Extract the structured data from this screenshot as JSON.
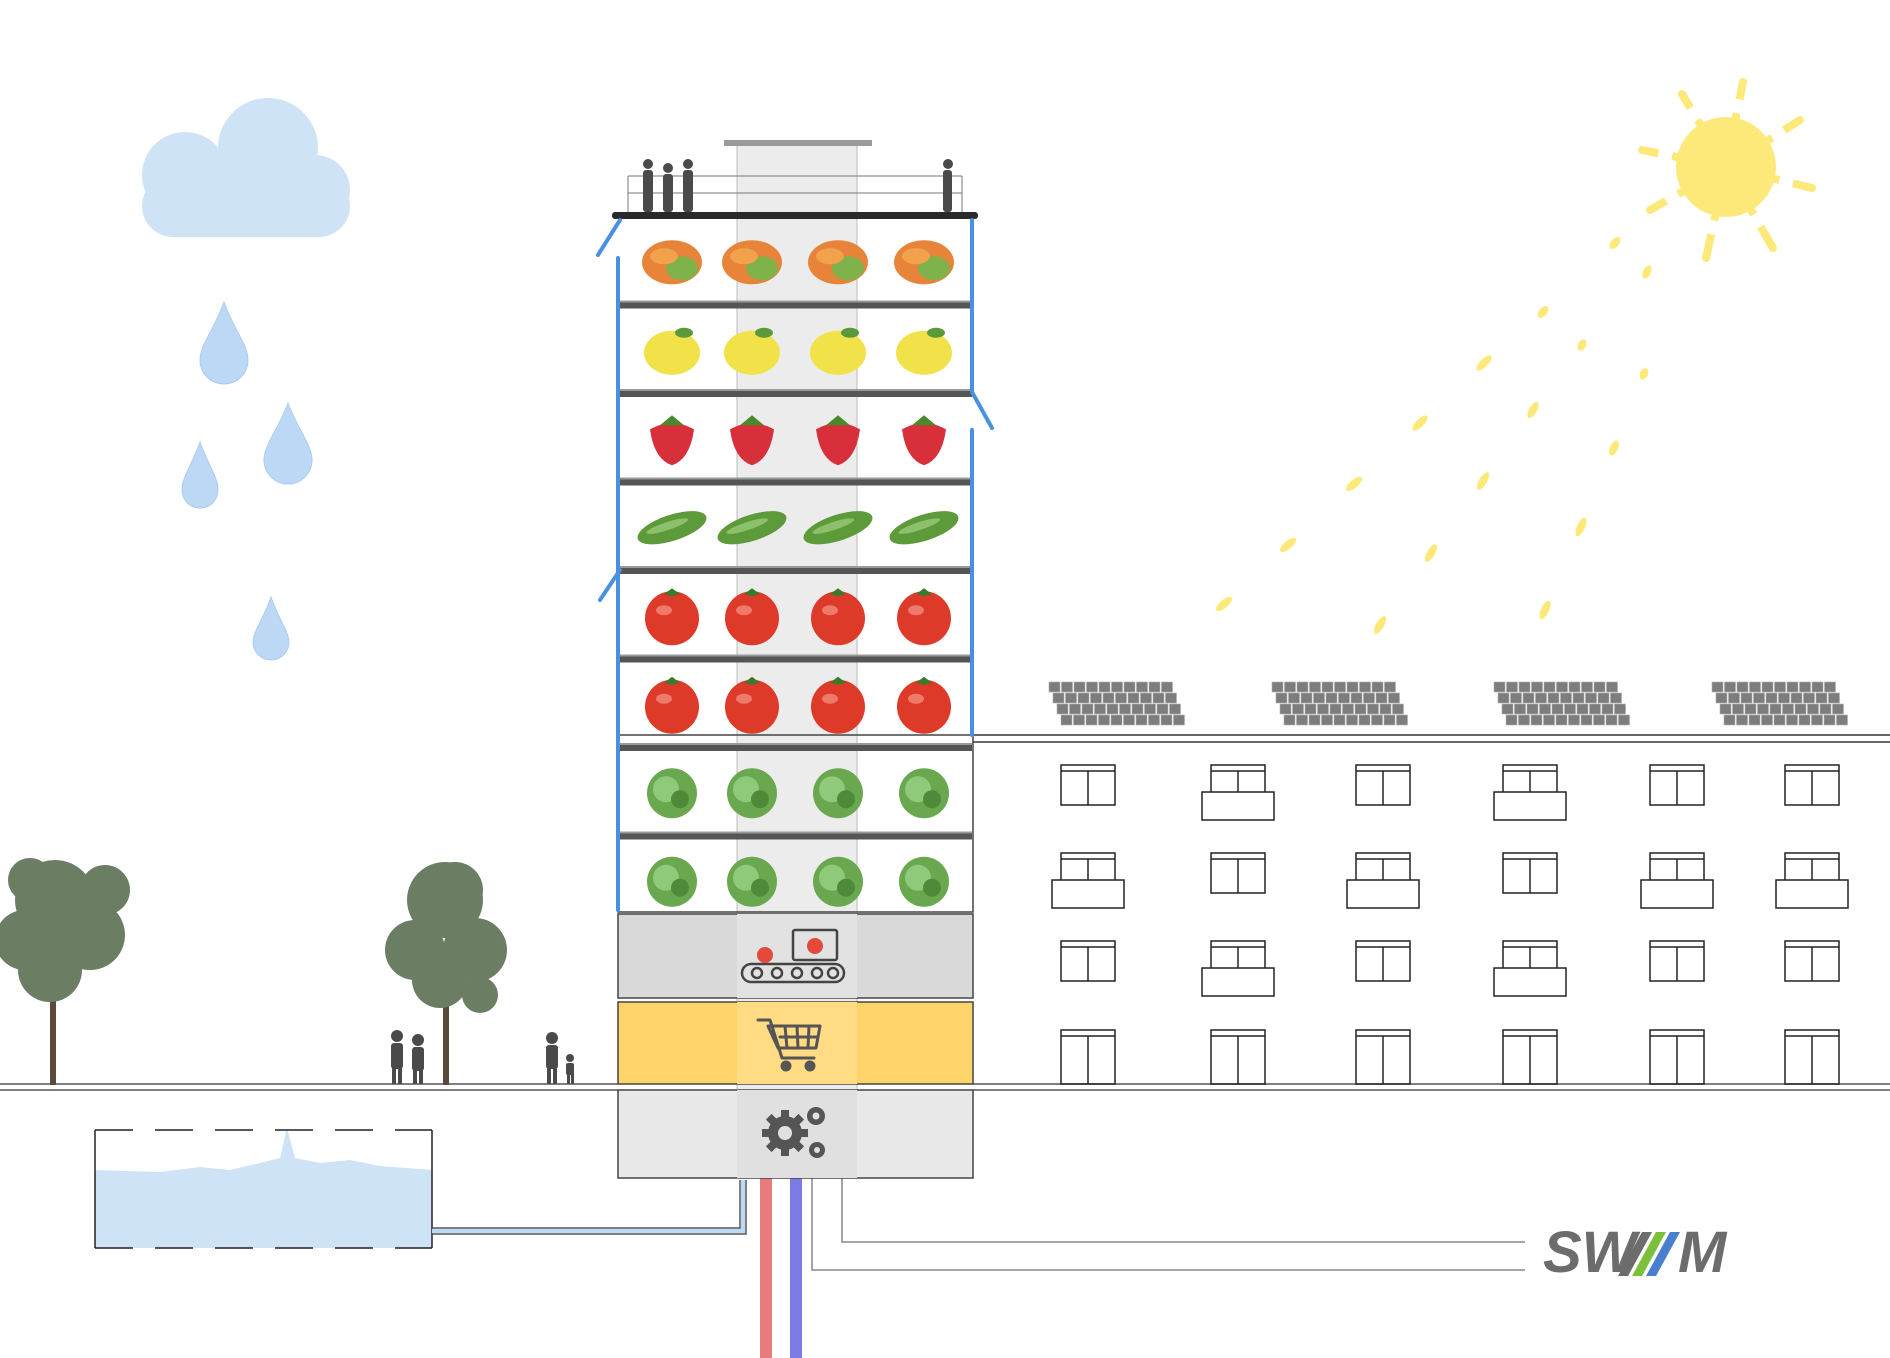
{
  "logo": {
    "text_left": "SW",
    "text_right": "M",
    "stripe_colors": [
      "#6c6c6c",
      "#7cbf3a",
      "#4a7fd0"
    ]
  },
  "colors": {
    "water": "#cfe3f7",
    "rain": "#bcd8f5",
    "sun": "#fde97a",
    "facade_blue": "#4a90e2",
    "shop_yellow": "#ffd46a",
    "hot_pipe": "#e87b7b",
    "cold_pipe": "#7b7be8",
    "line_gray": "#9a9a9a"
  },
  "floors": [
    {
      "crop": "mango",
      "icon": "mango-icon"
    },
    {
      "crop": "lemon",
      "icon": "lemon-icon"
    },
    {
      "crop": "strawberry",
      "icon": "strawberry-icon"
    },
    {
      "crop": "cucumber",
      "icon": "cucumber-icon"
    },
    {
      "crop": "tomato",
      "icon": "tomato-icon"
    },
    {
      "crop": "tomato",
      "icon": "tomato-icon"
    },
    {
      "crop": "lettuce",
      "icon": "lettuce-icon"
    },
    {
      "crop": "lettuce",
      "icon": "lettuce-icon"
    }
  ],
  "service_floors": [
    {
      "name": "processing",
      "icon": "conveyor-belt-icon"
    },
    {
      "name": "shop",
      "icon": "shopping-cart-icon"
    },
    {
      "name": "technical",
      "icon": "gears-icon"
    }
  ],
  "scene_icons": [
    "cloud-icon",
    "raindrop-icon",
    "sun-icon",
    "solar-panel-icon",
    "tree-icon",
    "person-icon",
    "water-tank-icon"
  ]
}
